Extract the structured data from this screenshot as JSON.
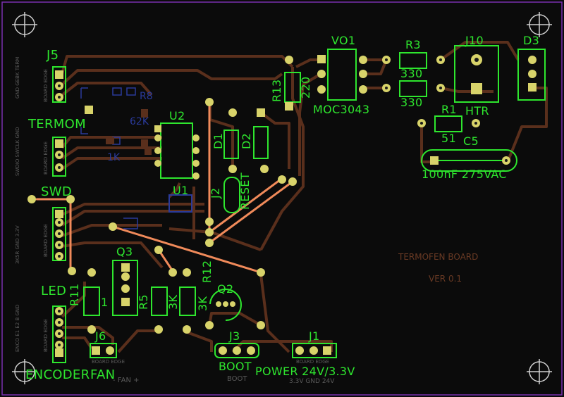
{
  "board": {
    "title": "TERMOFEN BOARD",
    "version": "VER 0.1"
  },
  "components": {
    "J5": "J5",
    "TERMOM": "TERMOM",
    "SWD": "SWD",
    "LED": "LED",
    "ENCODER": "ENCODER",
    "FAN": "FAN",
    "J6": "J6",
    "Q3": "Q3",
    "R11": "R11",
    "R11_val": "1",
    "R5": "R5",
    "R5_val": "3K",
    "R12": "R12",
    "R12_val": "3K",
    "Q2": "Q2",
    "J3": "J3",
    "BOOT": "BOOT",
    "J1": "J1",
    "POWER": "POWER 24V/3.3V",
    "U2": "U2",
    "U1": "U1",
    "D1": "D1",
    "D2": "D2",
    "J2": "J2",
    "RESET": "RESET",
    "R13": "R13",
    "R13_val": "220",
    "VO1": "VO1",
    "MOC": "MOC3043",
    "R3": "R3",
    "R3_val": "330",
    "R3_val2": "330",
    "J10": "J10",
    "HTR": "HTR",
    "D3": "D3",
    "R1": "R1",
    "R1_val": "51",
    "C5": "C5",
    "C5_val": "100nF 275VAC",
    "R8": "R8",
    "R8_val": "62K",
    "R_1K": "1K"
  },
  "silk_faint": {
    "term_side": "GND GEBK TERM",
    "swd_side": "SWDIO SWCLK GND",
    "led_side": "3K5R GND 3.3V",
    "enc_side": "ENCO E1 E2 B GND",
    "board_edge": "BOARD EDGE",
    "fan_bottom": "- FAN +",
    "boot_bottom": "BOOT",
    "power_bottom": "3.3V GND 24V"
  },
  "colors": {
    "background": "#0b0b0b",
    "silkscreen": "#2ee62e",
    "copper_trace": "#5a2f1c",
    "jumper": "#f08a5a",
    "pad": "#d8d36a",
    "outline": "#7a2fb0"
  }
}
